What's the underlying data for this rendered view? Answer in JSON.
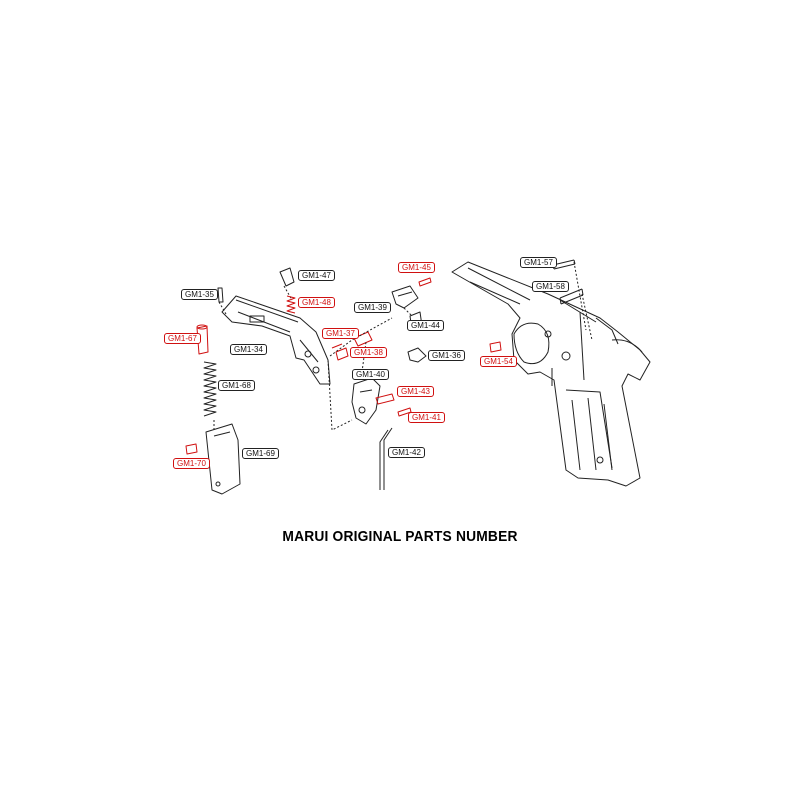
{
  "caption": "MARUI ORIGINAL PARTS NUMBER",
  "colors": {
    "highlight": "#d01010",
    "line": "#222222"
  },
  "labels": {
    "gm1_35": "GM1-35",
    "gm1_47": "GM1-47",
    "gm1_48": "GM1-48",
    "gm1_45": "GM1-45",
    "gm1_57": "GM1-57",
    "gm1_58": "GM1-58",
    "gm1_39": "GM1-39",
    "gm1_67": "GM1-67",
    "gm1_34": "GM1-34",
    "gm1_37": "GM1-37",
    "gm1_44": "GM1-44",
    "gm1_38": "GM1-38",
    "gm1_36": "GM1-36",
    "gm1_54": "GM1-54",
    "gm1_40": "GM1-40",
    "gm1_68": "GM1-68",
    "gm1_43": "GM1-43",
    "gm1_41": "GM1-41",
    "gm1_42": "GM1-42",
    "gm1_69": "GM1-69",
    "gm1_70": "GM1-70"
  }
}
